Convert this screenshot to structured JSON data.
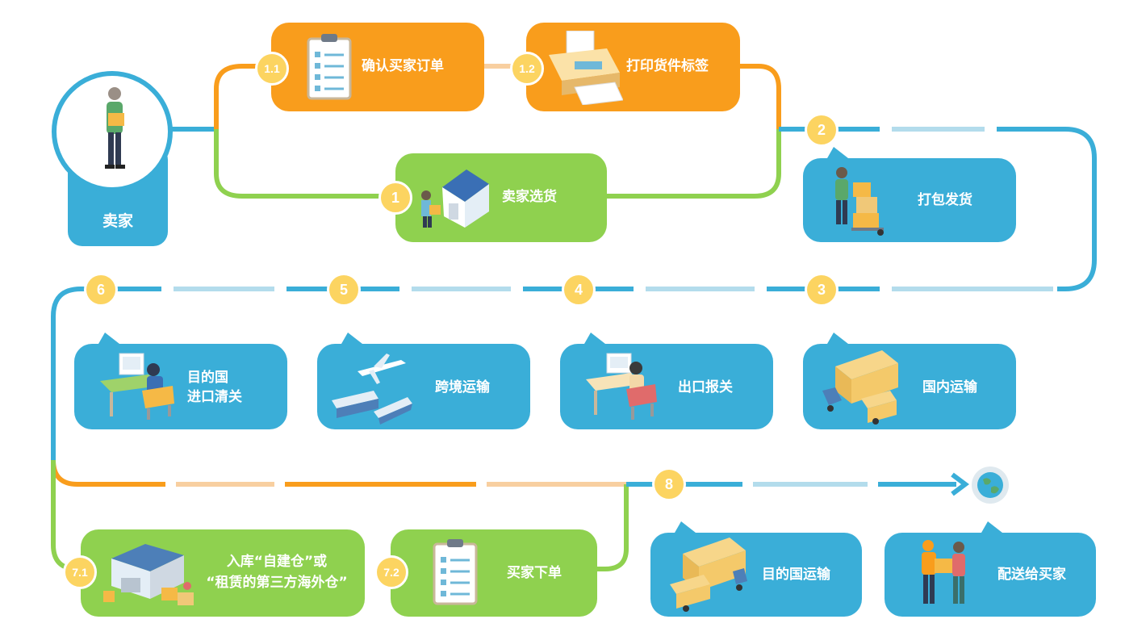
{
  "seller": {
    "label": "卖家"
  },
  "steps": {
    "s1": {
      "num": "1",
      "label": "卖家选货"
    },
    "s1_1": {
      "num": "1.1",
      "label": "确认买家订单"
    },
    "s1_2": {
      "num": "1.2",
      "label": "打印货件标签"
    },
    "s2": {
      "num": "2",
      "label": "打包发货"
    },
    "s3": {
      "num": "3",
      "label": "国内运输"
    },
    "s4": {
      "num": "4",
      "label": "出口报关"
    },
    "s5": {
      "num": "5",
      "label": "跨境运输"
    },
    "s6": {
      "num": "6",
      "label_line1": "目的国",
      "label_line2": "进口清关"
    },
    "s7_1": {
      "num": "7.1",
      "label_line1": "入库“自建仓”或",
      "label_line2": "“租赁的第三方海外仓”"
    },
    "s7_2": {
      "num": "7.2",
      "label": "买家下单"
    },
    "s8": {
      "num": "8"
    },
    "s8a": {
      "label": "目的国运输"
    },
    "s8b": {
      "label": "配送给买家"
    }
  },
  "icons": {
    "seller": "seller-holding-box-icon",
    "s1": "warehouse-house-icon",
    "s1_1": "clipboard-checklist-icon",
    "s1_2": "label-printer-icon",
    "s2": "worker-hand-truck-icon",
    "s3": "container-trucks-icon",
    "s4": "customs-officer-desk-icon",
    "s5": "plane-train-ship-icon",
    "s6": "customs-officer-desk-icon",
    "s7_1": "overseas-warehouse-icon",
    "s7_2": "clipboard-checklist-icon",
    "s8a": "container-trucks-icon",
    "s8b": "delivery-handover-icon",
    "globe": "globe-icon"
  },
  "colors": {
    "blue": "#3aaed8",
    "blue_light": "#b3dcec",
    "orange": "#f99d1c",
    "orange_light": "#f8cfa0",
    "green": "#8fd14f",
    "badge": "#fcd461"
  }
}
